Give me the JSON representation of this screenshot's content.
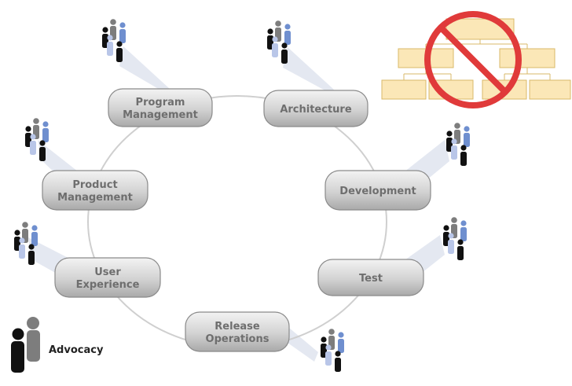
{
  "roles": [
    {
      "id": "program-management",
      "lines": [
        "Program",
        "Management"
      ]
    },
    {
      "id": "architecture",
      "lines": [
        "Architecture"
      ]
    },
    {
      "id": "development",
      "lines": [
        "Development"
      ]
    },
    {
      "id": "test",
      "lines": [
        "Test"
      ]
    },
    {
      "id": "release-operations",
      "lines": [
        "Release",
        "Operations"
      ]
    },
    {
      "id": "user-experience",
      "lines": [
        "User",
        "Experience"
      ]
    },
    {
      "id": "product-management",
      "lines": [
        "Product",
        "Management"
      ]
    }
  ],
  "legend": {
    "label": "Advocacy",
    "icon": "advocacy-people-icon"
  },
  "prohibition": {
    "icon": "no-hierarchy-icon",
    "meaning": "no org-chart hierarchy"
  },
  "colors": {
    "pill_top": "#f0f0f0",
    "pill_bottom": "#b4b4b4",
    "pill_stroke": "#8a8a8a",
    "label": "#6e6e6e",
    "ring": "#cfcfcf",
    "beam": "#dfe4ef",
    "person_black": "#111111",
    "person_gray": "#7d7d7d",
    "person_blue": "#6f8fcf",
    "person_lightblue": "#b9c6e8",
    "org_box": "#fbe7b7",
    "org_box_stroke": "#d8b96a",
    "no_sign": "#e03a3a"
  }
}
